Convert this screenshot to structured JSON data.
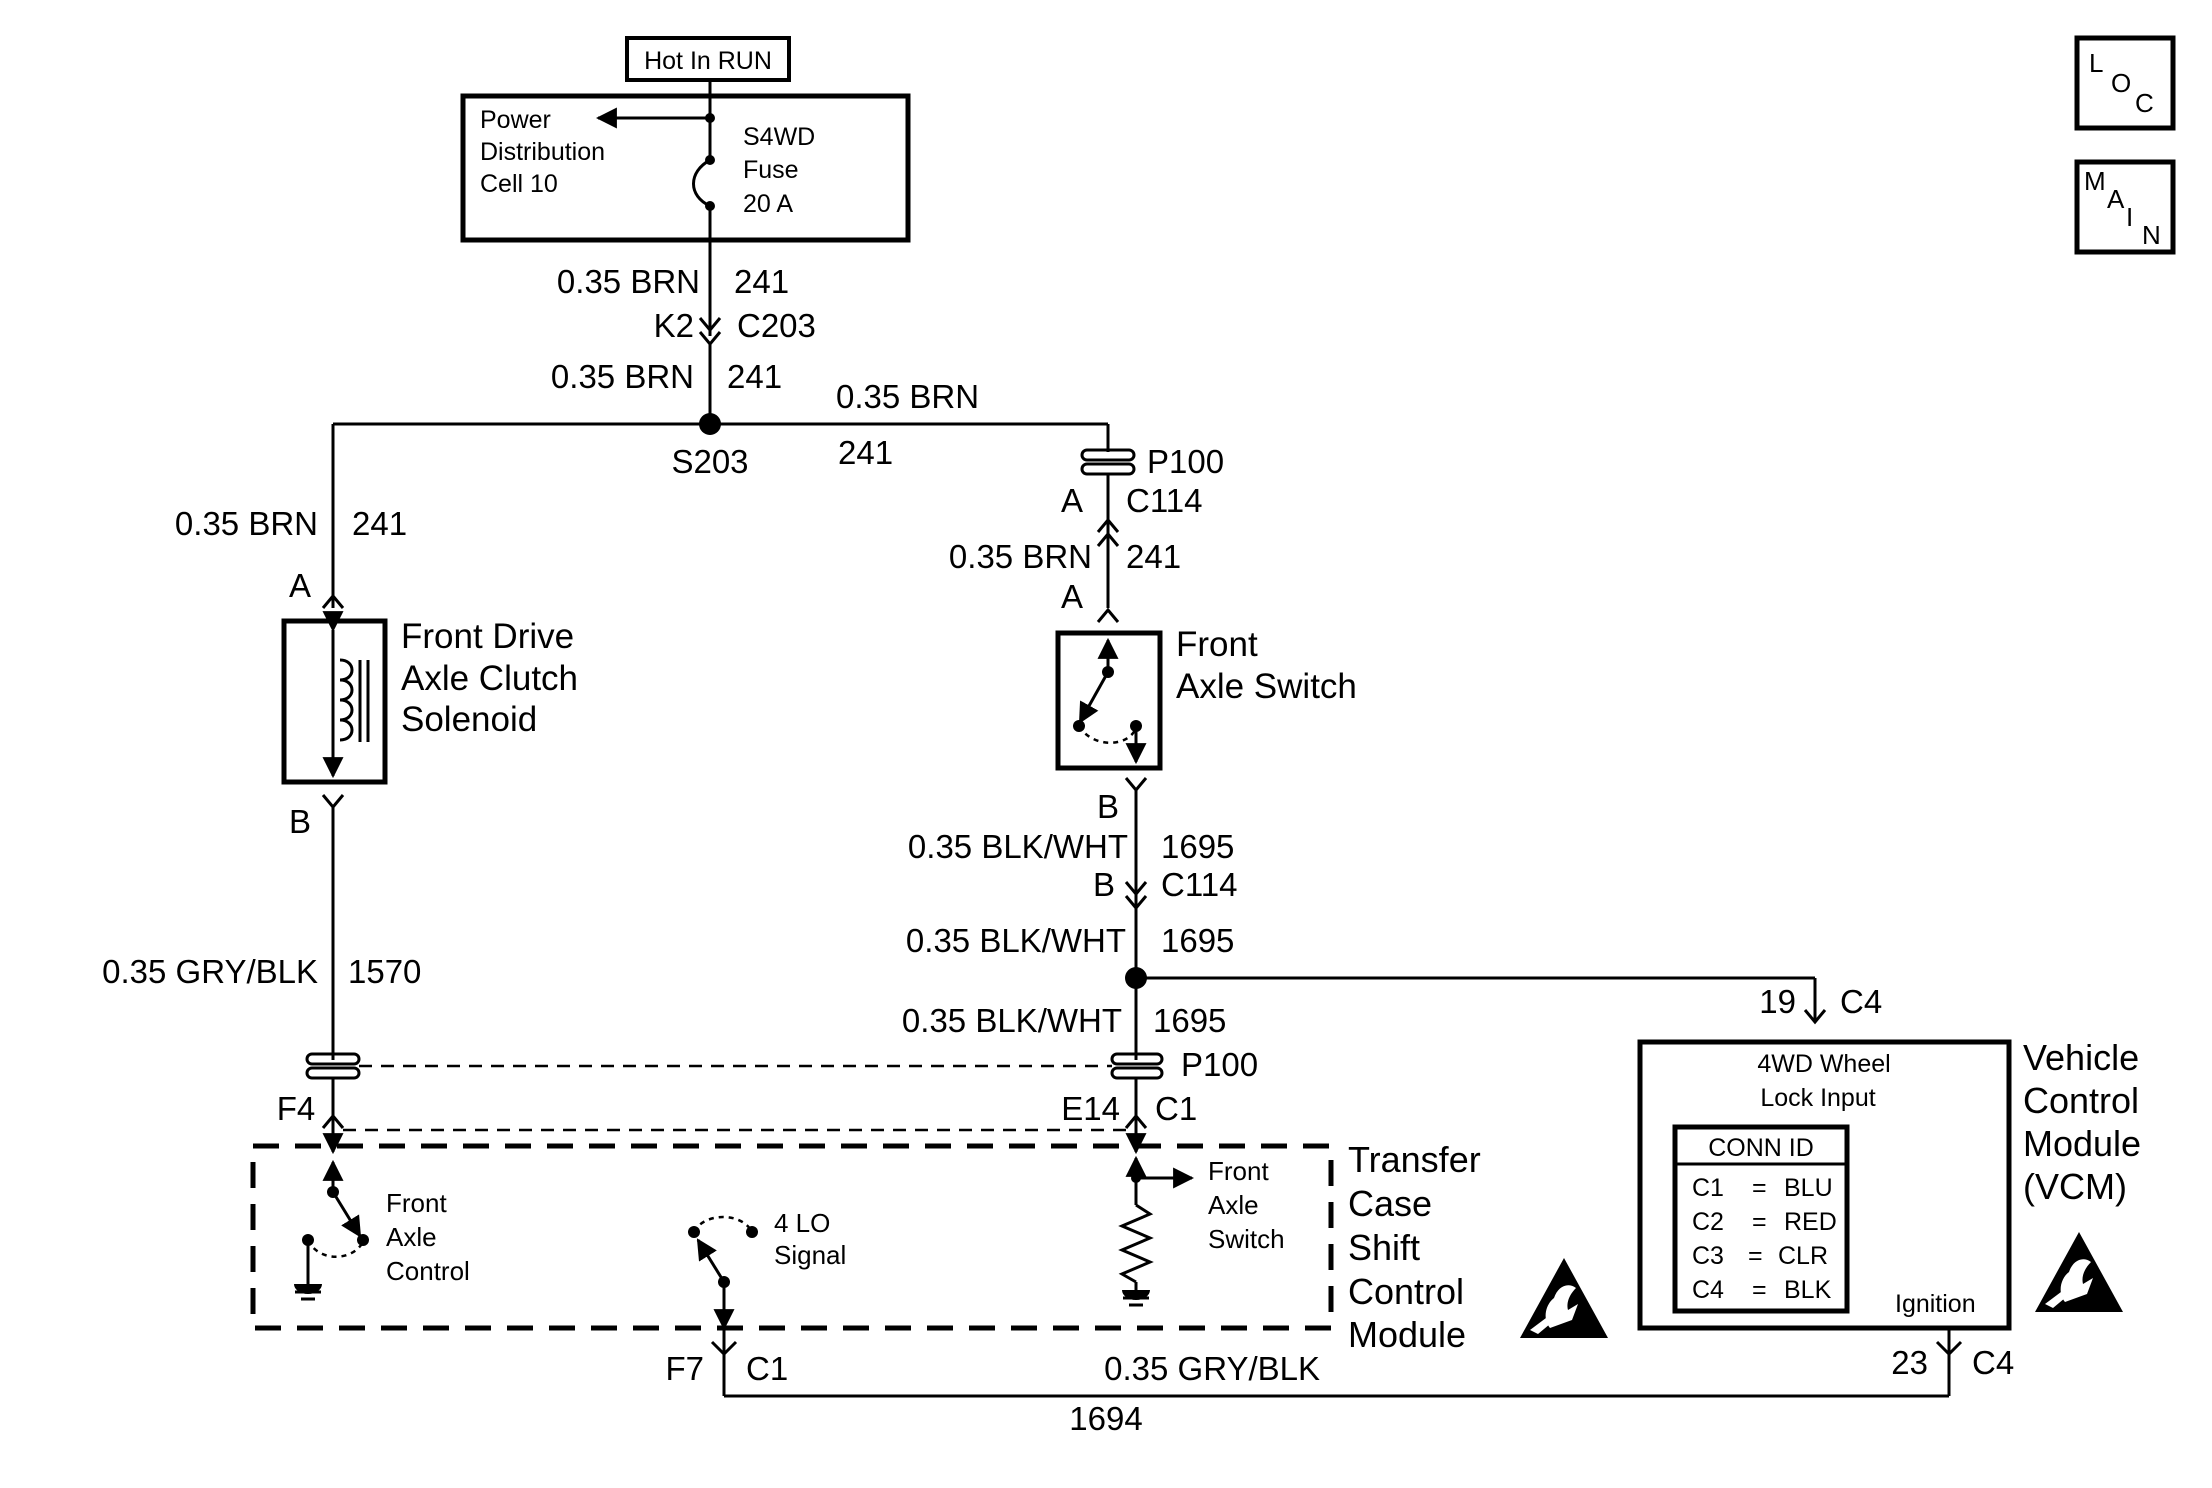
{
  "nav": {
    "loc": [
      "L",
      "O",
      "C"
    ],
    "main": [
      "M",
      "A",
      "I",
      "N"
    ]
  },
  "power": {
    "hot_in_run": "Hot In RUN",
    "source_line1": "Power",
    "source_line2": "Distribution",
    "source_line3": "Cell 10",
    "fuse_line1": "S4WD",
    "fuse_line2": "Fuse",
    "fuse_line3": "20 A"
  },
  "wires": {
    "w_fuse_gauge": "0.35 BRN",
    "w_fuse_circuit": "241",
    "c203_pin": "K2",
    "c203": "C203",
    "w_splice_gauge": "0.35 BRN",
    "w_splice_circuit": "241",
    "splice": "S203",
    "w_right_gauge": "0.35 BRN",
    "w_right_circuit": "241",
    "w_left_gauge": "0.35 BRN",
    "w_left_circuit": "241",
    "sol_pin_a": "A",
    "sol_pin_b": "B",
    "p100_top": "P100",
    "c114_top_pin": "A",
    "c114_top": "C114",
    "w_sw_gauge": "0.35 BRN",
    "w_sw_circuit": "241",
    "sw_pin_a": "A",
    "sw_pin_b": "B",
    "w_sw_out_gauge": "0.35 BLK/WHT",
    "w_sw_out_circuit": "1695",
    "c114_bot_pin": "B",
    "c114_bot": "C114",
    "w_node_gauge": "0.35 BLK/WHT",
    "w_node_circuit": "1695",
    "w_tccm_gauge": "0.35 BLK/WHT",
    "w_tccm_circuit": "1695",
    "w_sol_out_gauge": "0.35 GRY/BLK",
    "w_sol_out_circuit": "1570",
    "p100_bot": "P100",
    "f4": "F4",
    "e14": "E14",
    "c1_e14": "C1",
    "vcm_in_pin": "19",
    "vcm_in_conn": "C4",
    "f7": "F7",
    "c1_f7": "C1",
    "w_bottom_gauge": "0.35 GRY/BLK",
    "w_bottom_circuit": "1694",
    "vcm_out_pin": "23",
    "vcm_out_conn": "C4"
  },
  "components": {
    "solenoid": [
      "Front Drive",
      "Axle Clutch",
      "Solenoid"
    ],
    "switch": [
      "Front",
      "Axle Switch"
    ],
    "tccm": [
      "Transfer",
      "Case",
      "Shift",
      "Control",
      "Module"
    ],
    "tccm_front_axle_control": [
      "Front",
      "Axle",
      "Control"
    ],
    "tccm_4lo": [
      "4 LO",
      "Signal"
    ],
    "tccm_front_axle_switch": [
      "Front",
      "Axle",
      "Switch"
    ],
    "vcm": [
      "Vehicle",
      "Control",
      "Module",
      "(VCM)"
    ],
    "vcm_input": [
      "4WD Wheel",
      "Lock Input"
    ],
    "vcm_ignition": "Ignition"
  },
  "conn_id": {
    "title": "CONN ID",
    "rows": [
      {
        "pin": "C1",
        "eq": "=",
        "color": "BLU"
      },
      {
        "pin": "C2",
        "eq": "=",
        "color": "RED"
      },
      {
        "pin": "C3",
        "eq": "=",
        "color": "CLR"
      },
      {
        "pin": "C4",
        "eq": "=",
        "color": "BLK"
      }
    ]
  }
}
